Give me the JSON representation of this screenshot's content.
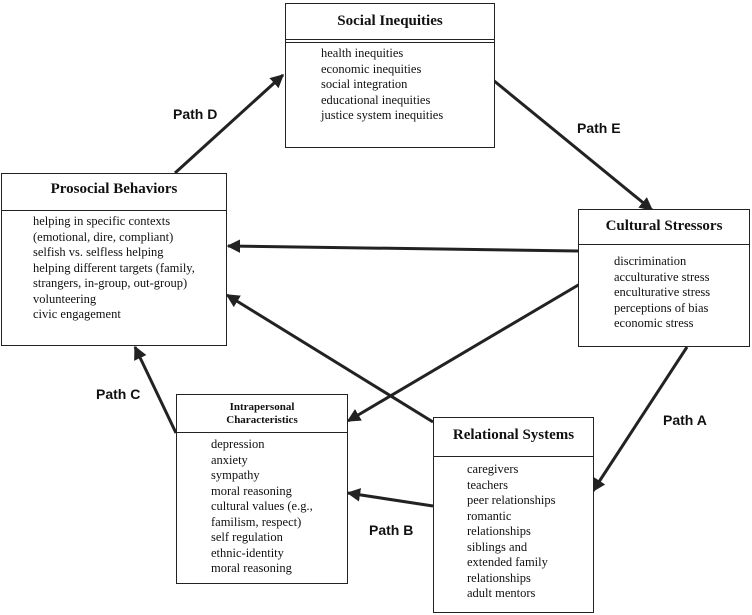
{
  "boxes": {
    "social_inequities": {
      "title": "Social Inequities",
      "items": [
        "health inequities",
        "economic inequities",
        "social integration",
        "educational inequities",
        "justice system inequities"
      ]
    },
    "prosocial_behaviors": {
      "title": "Prosocial Behaviors",
      "items": [
        "helping in specific contexts",
        "(emotional, dire, compliant)",
        "selfish vs. selfless helping",
        "helping different targets (family,",
        "strangers, in-group, out-group)",
        "volunteering",
        "civic engagement"
      ]
    },
    "cultural_stressors": {
      "title": "Cultural Stressors",
      "items": [
        "discrimination",
        "acculturative stress",
        "enculturative stress",
        "perceptions of bias",
        "economic stress"
      ]
    },
    "intrapersonal": {
      "title_line1": "Intrapersonal",
      "title_line2": "Characteristics",
      "items": [
        "depression",
        "anxiety",
        "sympathy",
        "moral reasoning",
        "cultural values (e.g.,",
        "familism, respect)",
        "self regulation",
        "ethnic-identity",
        "moral reasoning"
      ]
    },
    "relational_systems": {
      "title": "Relational Systems",
      "items": [
        "caregivers",
        "teachers",
        "peer relationships",
        "romantic",
        "relationships",
        "siblings and",
        "extended family",
        "relationships",
        "adult mentors"
      ]
    }
  },
  "paths": {
    "a": "Path A",
    "b": "Path B",
    "c": "Path C",
    "d": "Path D",
    "e": "Path E"
  }
}
